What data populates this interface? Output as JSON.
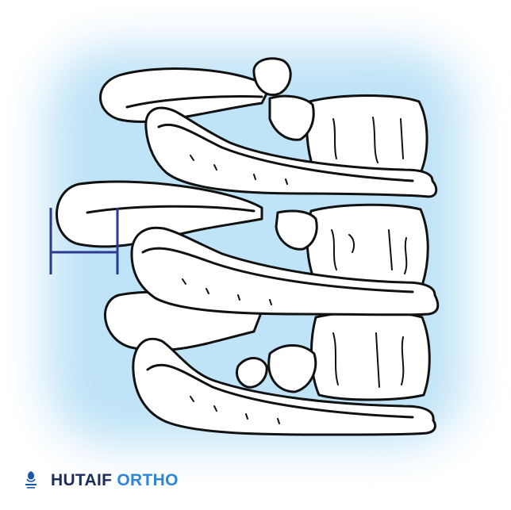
{
  "brand": {
    "name": "HUTAIF",
    "accent": "ORTHO",
    "logo_icon": "hutaif-ortho-logo-icon",
    "colors": {
      "name": "#1c2d5c",
      "accent": "#2f86d6",
      "logo": "#1a56a8"
    }
  },
  "illustration": {
    "subject": "vertebrae-with-ribs-line-drawing",
    "background_glow": "#bfe3f7",
    "marker_color": "#2b3a8f"
  }
}
